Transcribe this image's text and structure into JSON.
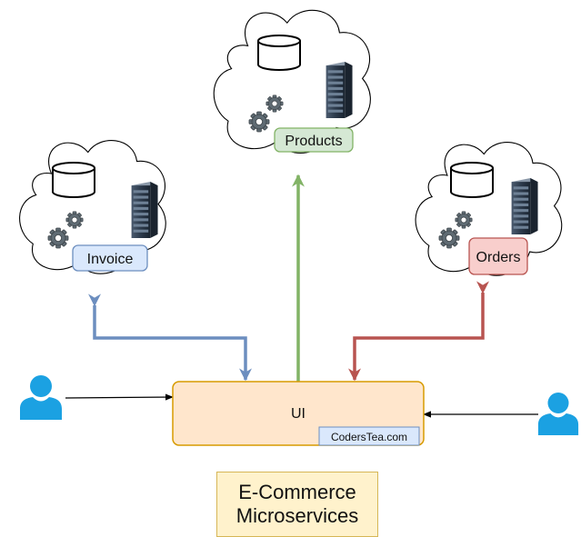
{
  "services": [
    {
      "key": "invoice",
      "label": "Invoice",
      "fill": "#dae8fc",
      "stroke": "#6c8ebf"
    },
    {
      "key": "products",
      "label": "Products",
      "fill": "#d5e8d4",
      "stroke": "#82b366"
    },
    {
      "key": "orders",
      "label": "Orders",
      "fill": "#f8cecc",
      "stroke": "#b85450"
    }
  ],
  "ui": {
    "label": "UI",
    "fill": "#ffe6cc",
    "stroke": "#d79b00"
  },
  "watermark": {
    "label": "CodersTea.com"
  },
  "caption": {
    "line1": "E-Commerce",
    "line2": "Microservices",
    "fill": "#fff2cc",
    "stroke": "#d6b656"
  },
  "colors": {
    "user": "#1ba1e2",
    "invoice_arrow": "#6c8ebf",
    "products_arrow": "#82b366",
    "orders_arrow": "#b85450"
  },
  "icons": [
    "database-icon",
    "server-rack-icon",
    "gears-icon",
    "user-icon"
  ]
}
